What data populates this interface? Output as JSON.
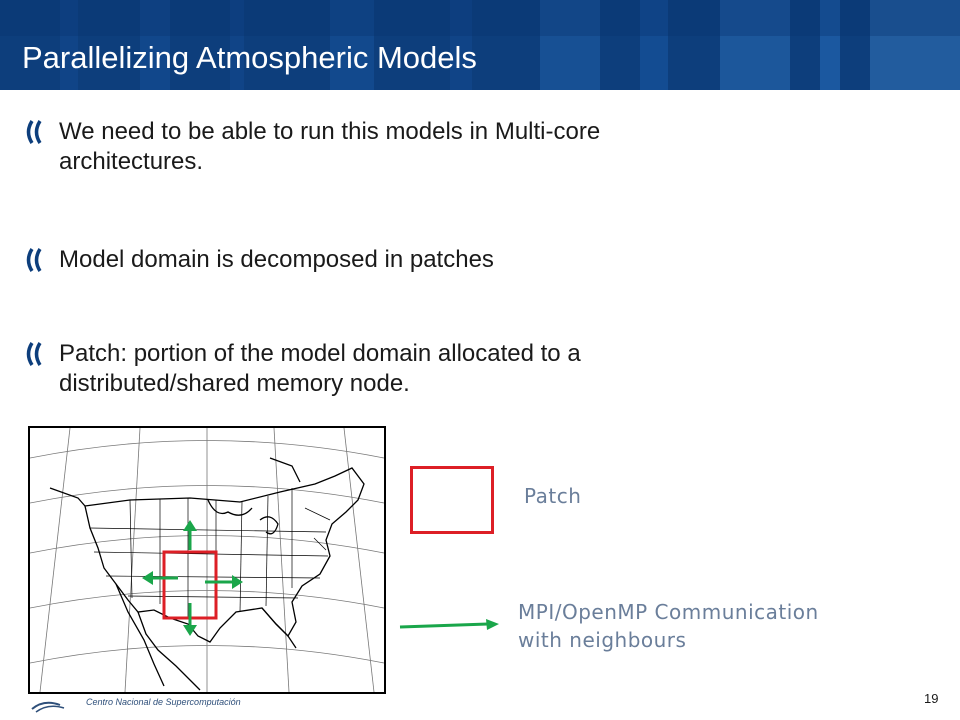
{
  "slide": {
    "title": "Parallelizing Atmospheric Models",
    "bullets": [
      {
        "line1": "We need to be able to run this models in Multi-core",
        "line2": "architectures."
      },
      {
        "line1": "Model domain is decomposed in patches",
        "line2": ""
      },
      {
        "line1": "Patch: portion of the model domain allocated to a",
        "line2": "distributed/shared memory node."
      }
    ],
    "legend": {
      "patch_label": "Patch",
      "comm_label_line1": "MPI/OpenMP Communication",
      "comm_label_line2": "with neighbours"
    },
    "footer_text": "Centro Nacional de Supercomputación",
    "page_number": "19"
  },
  "colors": {
    "header_blue": "#0d3e7c",
    "patch_red": "#dd1f26",
    "arrow_green": "#1aa64a",
    "legend_text": "#6a7e9a"
  },
  "icons": [
    "double-chevron-bullet-icon",
    "bsc-logo-icon"
  ]
}
